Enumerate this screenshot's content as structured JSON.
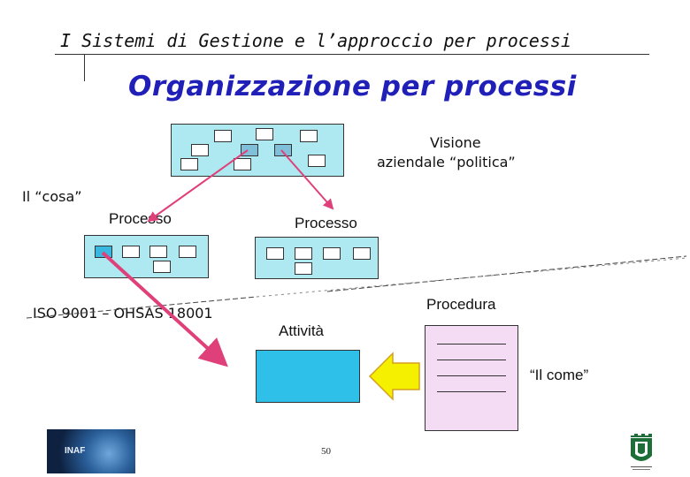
{
  "header": {
    "title": "I Sistemi di Gestione e l’approccio per processi"
  },
  "main_title": "Organizzazione per processi",
  "visione": {
    "line1": "Visione",
    "line2": "aziendale “politica”"
  },
  "il_cosa": "Il “cosa”",
  "processo_left": "Processo",
  "processo_right": "Processo",
  "iso": "ISO 9001 – OHSAS 18001",
  "attivita": "Attività",
  "procedura": "Procedura",
  "il_come": "“Il come”",
  "footer": {
    "page_number": "50",
    "logo_text": "INAF"
  },
  "colors": {
    "title_blue": "#2020b8",
    "box_light_blue": "#aee8f0",
    "attivita_blue": "#2ec0e8",
    "procedura_pink": "#f4dcf4",
    "arrow_pink": "#e0407a",
    "arrow_yellow": "#f5f000",
    "arrow_yellow_border": "#d4a020"
  },
  "icons": [
    "pink-arrow-icon",
    "yellow-left-arrow-icon",
    "inaf-logo-icon",
    "university-crest-icon"
  ]
}
